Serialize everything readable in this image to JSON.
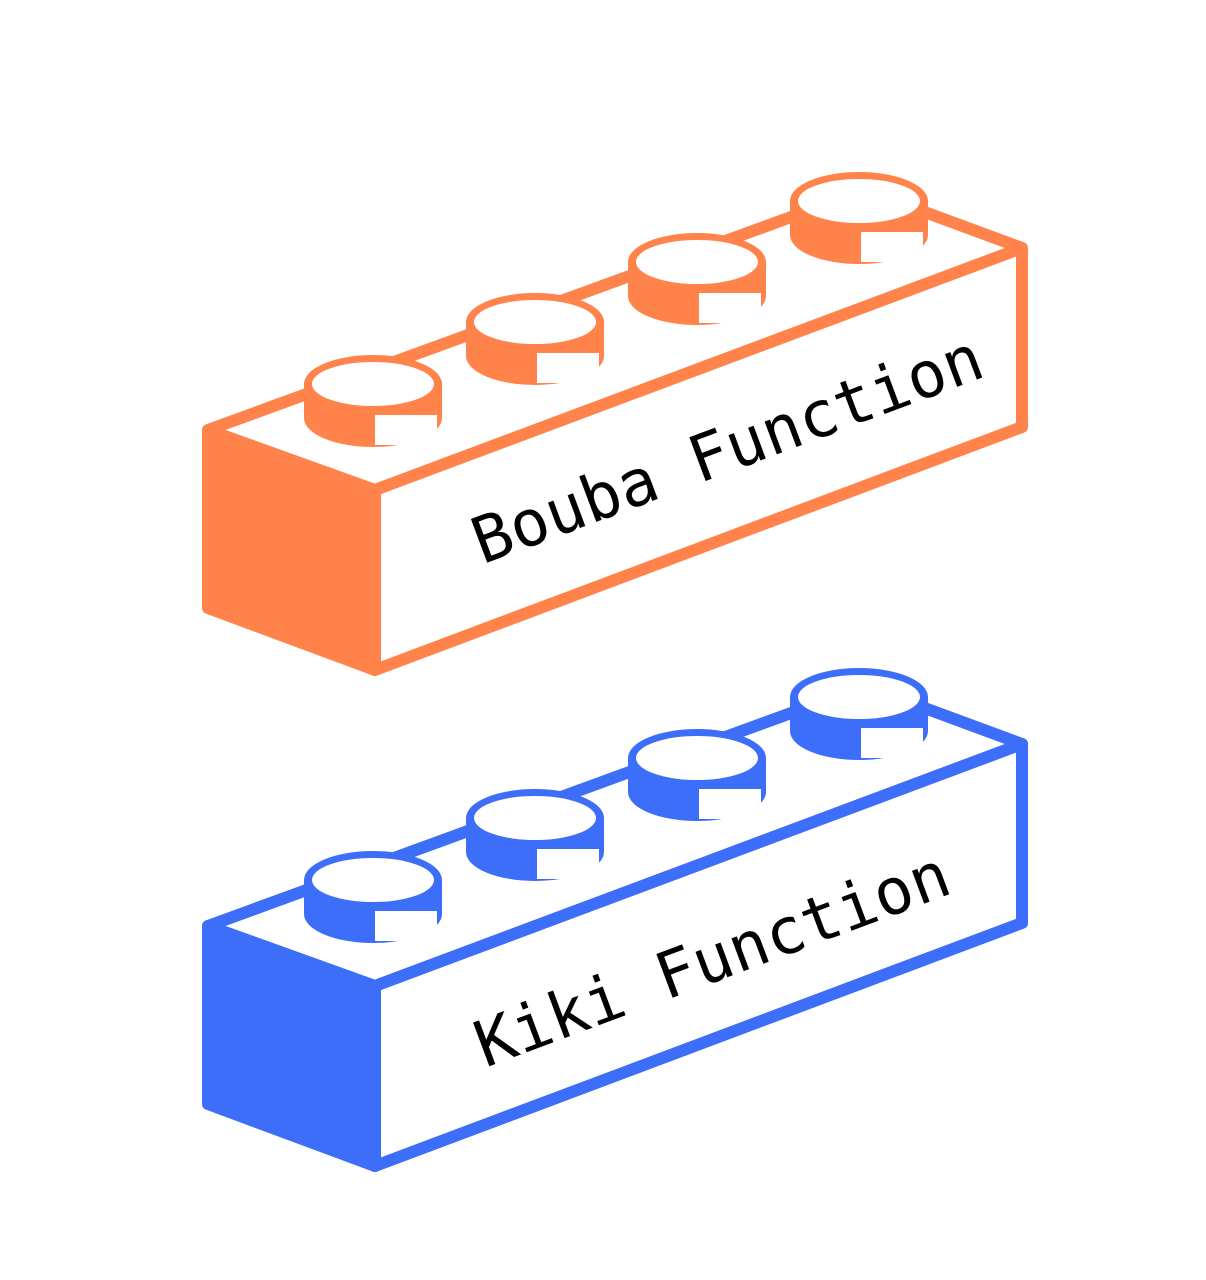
{
  "diagram": {
    "bricks": [
      {
        "id": "bouba",
        "label": "Bouba Function",
        "color": "#FF834A",
        "stud_count": 4
      },
      {
        "id": "kiki",
        "label": "Kiki Function",
        "color": "#3D6EFA",
        "stud_count": 4
      }
    ]
  }
}
